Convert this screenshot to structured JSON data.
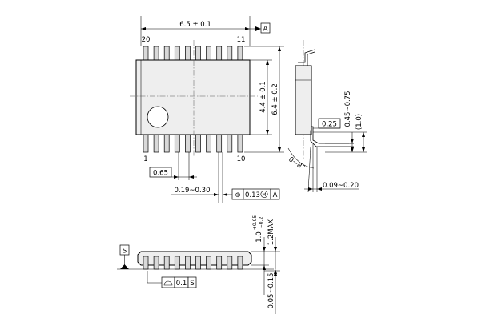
{
  "top_view": {
    "width_dim": "6.5 ± 0.1",
    "pin_first_top": "20",
    "pin_last_top": "11",
    "pin_first_bottom": "1",
    "pin_last_bottom": "10",
    "datum_a": "A",
    "body_height_dim": "4.4 ± 0.1",
    "overall_height_dim": "6.4 ± 0.2",
    "pitch": "0.65",
    "lead_width": "0.19~0.30",
    "position_tol_symbol": "⊕",
    "position_tol_value": "0.13",
    "position_tol_modifier": "M",
    "position_tol_datum": "A"
  },
  "side_view": {
    "gauge": "0.25",
    "lead_length": "0.45~0.75",
    "lead_length_ref": "(1.0)",
    "angle": "0~8°",
    "lead_thickness": "0.09~0.20"
  },
  "front_view": {
    "datum_s": "S",
    "body_thickness": "1.0",
    "body_thickness_tol_plus": "+0.05",
    "body_thickness_tol_minus": "−0.2",
    "max_height": "1.2MAX",
    "standoff": "0.05~0.15",
    "flatness_value": "0.1",
    "flatness_datum": "S"
  },
  "colors": {
    "line": "#000000",
    "body_fill": "#eeeeee",
    "lead_fill": "#d9d9d9"
  }
}
